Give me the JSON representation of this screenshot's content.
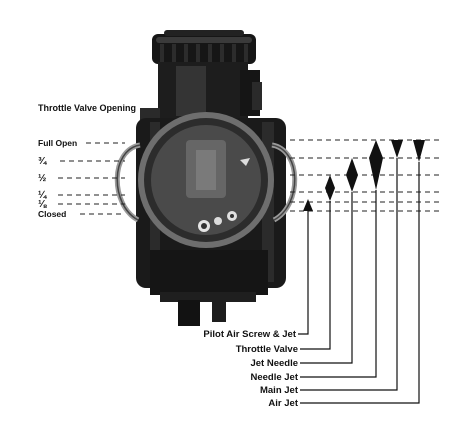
{
  "heading": "Throttle Valve Opening",
  "openings": [
    {
      "id": "full-open",
      "label": "Full Open"
    },
    {
      "id": "three-quarter",
      "label": "¾"
    },
    {
      "id": "half",
      "label": "½"
    },
    {
      "id": "quarter",
      "label": "¼"
    },
    {
      "id": "eighth",
      "label": "⅛"
    },
    {
      "id": "closed",
      "label": "Closed"
    }
  ],
  "components": [
    {
      "id": "pilot-air-screw-jet",
      "label": "Pilot Air Screw & Jet"
    },
    {
      "id": "throttle-valve",
      "label": "Throttle Valve"
    },
    {
      "id": "jet-needle",
      "label": "Jet Needle"
    },
    {
      "id": "needle-jet",
      "label": "Needle Jet"
    },
    {
      "id": "main-jet",
      "label": "Main Jet"
    },
    {
      "id": "air-jet",
      "label": "Air Jet"
    }
  ]
}
